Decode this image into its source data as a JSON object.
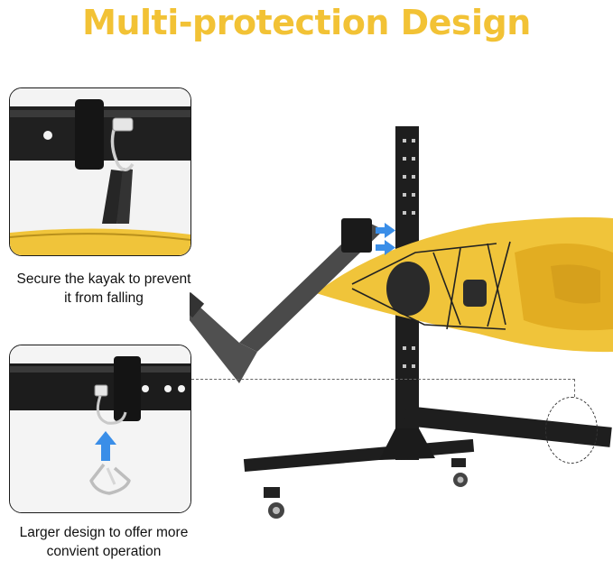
{
  "headline": "Multi-protection Design",
  "features": [
    {
      "line1": "Secure the kayak to prevent",
      "line2": "it from falling"
    },
    {
      "line1": "Larger design to offer more",
      "line2": "convient operation"
    }
  ],
  "colors": {
    "headline": "#f2c235",
    "kayak": "#f0c43a",
    "frame": "#1e1e1e",
    "arrow": "#3a8ee8"
  },
  "icons": [
    "arrow-right-icon",
    "arrow-up-icon"
  ]
}
